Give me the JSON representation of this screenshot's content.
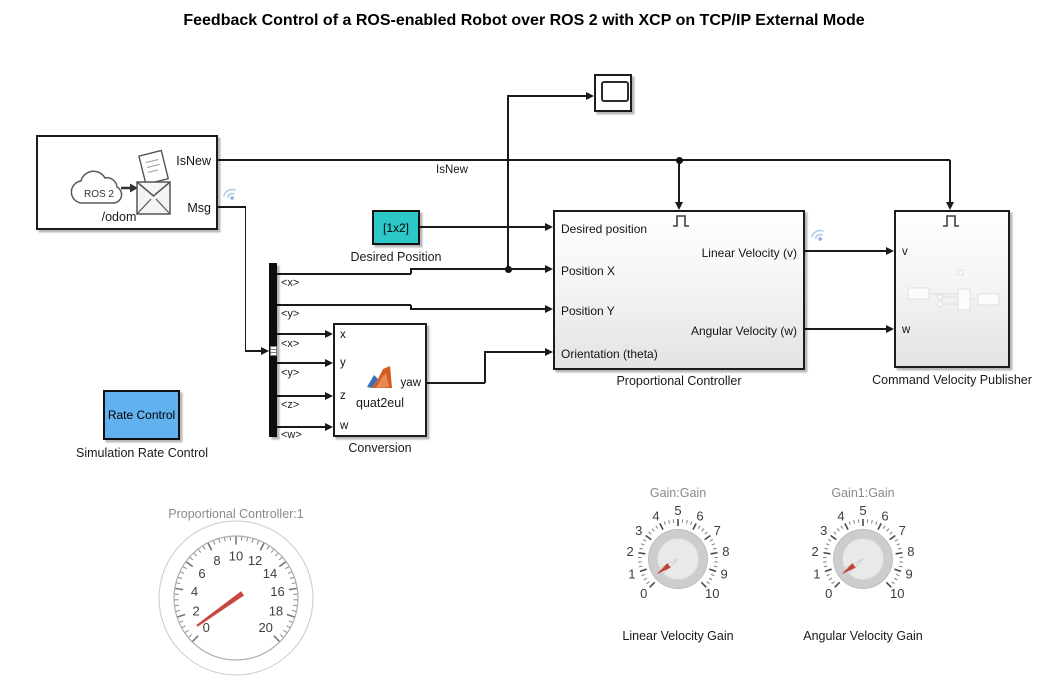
{
  "title": "Feedback Control of a ROS-enabled Robot over ROS 2 with XCP on TCP/IP External Mode",
  "colors": {
    "wire": "#1a1a1a",
    "desired_position_fill": "#2cc8c8",
    "rate_control_fill": "#62b1ef",
    "wifi_icon": "#b5cde9",
    "gauge_needle": "#c9473f",
    "knob_pointer": "#bf4439"
  },
  "ros2_subscriber": {
    "cloud_label": "ROS 2",
    "topic": "/odom",
    "port_isnew": "IsNew",
    "port_msg": "Msg"
  },
  "signal_labels": {
    "isnew": "IsNew",
    "bus": [
      "<x>",
      "<y>",
      "<x>",
      "<y>",
      "<z>",
      "<w>"
    ]
  },
  "desired_position": {
    "value": "[1x2]",
    "caption": "Desired Position"
  },
  "conversion": {
    "fcn": "quat2eul",
    "caption": "Conversion",
    "inputs": [
      "x",
      "y",
      "z",
      "w"
    ],
    "output": "yaw"
  },
  "controller": {
    "caption": "Proportional Controller",
    "inputs": [
      "Desired position",
      "Position X",
      "Position Y",
      "Orientation (theta)"
    ],
    "outputs": [
      "Linear Velocity (v)",
      "Angular Velocity (w)"
    ]
  },
  "publisher": {
    "caption": "Command Velocity Publisher",
    "inputs": [
      "v",
      "w"
    ]
  },
  "rate_control": {
    "text": "Rate Control",
    "caption": "Simulation Rate Control"
  },
  "gauge": {
    "title": "Proportional Controller:1",
    "min": 0,
    "max": 20,
    "major_step": 2,
    "minors_per_major": 4,
    "value": 0.7,
    "tick_labels": [
      "0",
      "2",
      "4",
      "6",
      "8",
      "10",
      "12",
      "14",
      "16",
      "18",
      "20"
    ],
    "needle_color": "#c9473f"
  },
  "knobs": [
    {
      "title": "Gain:Gain",
      "caption": "Linear Velocity Gain",
      "min": 0,
      "max": 10,
      "value": 0.35,
      "tick_labels": [
        "0",
        "1",
        "2",
        "3",
        "4",
        "5",
        "6",
        "7",
        "8",
        "9",
        "10"
      ],
      "pointer_color": "#bf4439"
    },
    {
      "title": "Gain1:Gain",
      "caption": "Angular Velocity Gain",
      "min": 0,
      "max": 10,
      "value": 0.35,
      "tick_labels": [
        "0",
        "1",
        "2",
        "3",
        "4",
        "5",
        "6",
        "7",
        "8",
        "9",
        "10"
      ],
      "pointer_color": "#bf4439"
    }
  ]
}
